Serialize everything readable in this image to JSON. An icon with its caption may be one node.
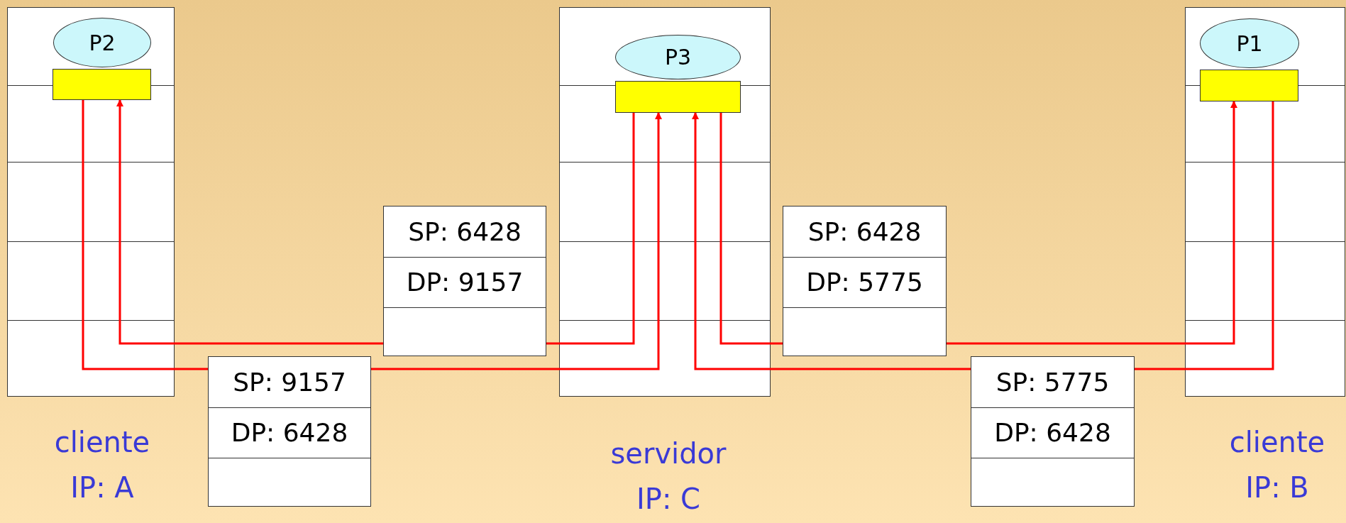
{
  "diagram": {
    "nodes": [
      {
        "text": [
          "cliente",
          "IP: A"
        ]
      },
      {
        "text": [
          "P2"
        ],
        "in": 0
      },
      {
        "text": [],
        "shape": "box",
        "in": 0
      },
      {
        "text": [
          "servidor",
          "IP: C"
        ]
      },
      {
        "text": [
          "P3"
        ],
        "in": 3
      },
      {
        "text": [],
        "shape": "box",
        "in": 3
      },
      {
        "text": [
          "cliente",
          "IP: B"
        ]
      },
      {
        "text": [
          "P1"
        ],
        "in": 6
      },
      {
        "text": [],
        "shape": "box",
        "in": 6
      },
      {
        "text": [
          "SP: 9157",
          "DP: 6428"
        ]
      },
      {
        "text": [
          "SP: 6428",
          "DP: 9157"
        ]
      },
      {
        "text": [
          "SP: 6428",
          "DP: 5775"
        ]
      },
      {
        "text": [
          "SP: 5775",
          "DP: 6428"
        ]
      }
    ],
    "edges": [
      {
        "from": 2,
        "to": 9,
        "arrow": "none"
      },
      {
        "from": 9,
        "to": 5,
        "arrow": "to"
      },
      {
        "from": 5,
        "to": 10,
        "arrow": "none"
      },
      {
        "from": 10,
        "to": 2,
        "arrow": "to"
      },
      {
        "from": 5,
        "to": 11,
        "arrow": "none"
      },
      {
        "from": 11,
        "to": 8,
        "arrow": "to"
      },
      {
        "from": 8,
        "to": 12,
        "arrow": "none"
      },
      {
        "from": 12,
        "to": 5,
        "arrow": "to"
      }
    ]
  }
}
